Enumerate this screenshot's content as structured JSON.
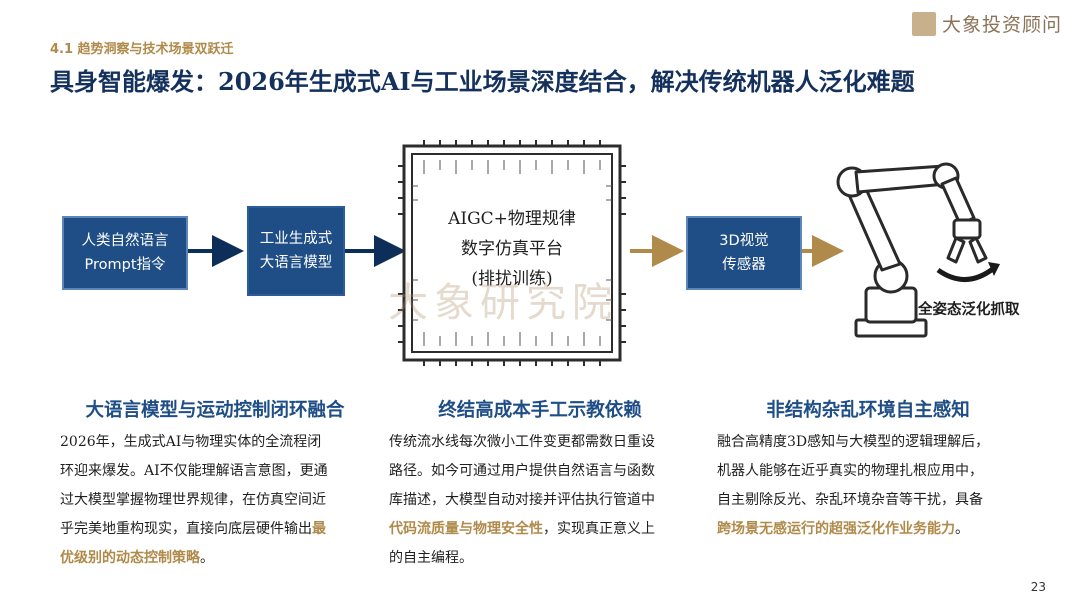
{
  "header": {
    "section_label": "4.1 趋势洞察与技术场景双跃迁",
    "title": "具身智能爆发：2026年生成式AI与工业场景深度结合，解决传统机器人泛化难题",
    "brand_name": "大象投资顾问"
  },
  "diagram": {
    "input_box": [
      "人类自然语言",
      "Prompt指令"
    ],
    "llm_box": [
      "工业生成式",
      "大语言模型"
    ],
    "chip_lines": [
      "AIGC+物理规律",
      "数字仿真平台",
      "(排扰训练)"
    ],
    "sensor_box": [
      "3D视觉",
      "传感器"
    ],
    "grasp_label": "全姿态泛化抓取",
    "watermark": "大象研究院",
    "colors": {
      "dark_blue": "#1f4e86",
      "arrow_blue": "#0e2e5a",
      "gold": "#b08a4a"
    }
  },
  "columns": [
    {
      "heading": "大语言模型与运动控制闭环融合",
      "body_lines": [
        "2026年，生成式AI与物理实体的全流程闭",
        "环迎来爆发。AI不仅能理解语言意图，更通",
        "过大模型掌握物理世界规律，在仿真空间近",
        "乎完美地重构现实，直接向底层硬件输出"
      ],
      "highlight_head": "最",
      "highlight_tail": "优级别的动态控制策略",
      "tail": "。"
    },
    {
      "heading": "终结高成本手工示教依赖",
      "body_lines": [
        "传统流水线每次微小工件变更都需数日重设",
        "路径。如今可通过用户提供自然语言与函数",
        "库描述，大模型自动对接并评估执行管道中"
      ],
      "highlight": "代码流质量与物理安全性",
      "after_highlight": "，实现真正意义上",
      "last_line": "的自主编程。"
    },
    {
      "heading": "非结构杂乱环境自主感知",
      "body_lines": [
        "融合高精度3D感知与大模型的逻辑理解后，",
        "机器人能够在近乎真实的物理扎根应用中，",
        "自主剔除反光、杂乱环境杂音等干扰，具备"
      ],
      "highlight": "跨场景无感运行的超强泛化作业务能力",
      "tail": "。"
    }
  ],
  "page_number": "23"
}
